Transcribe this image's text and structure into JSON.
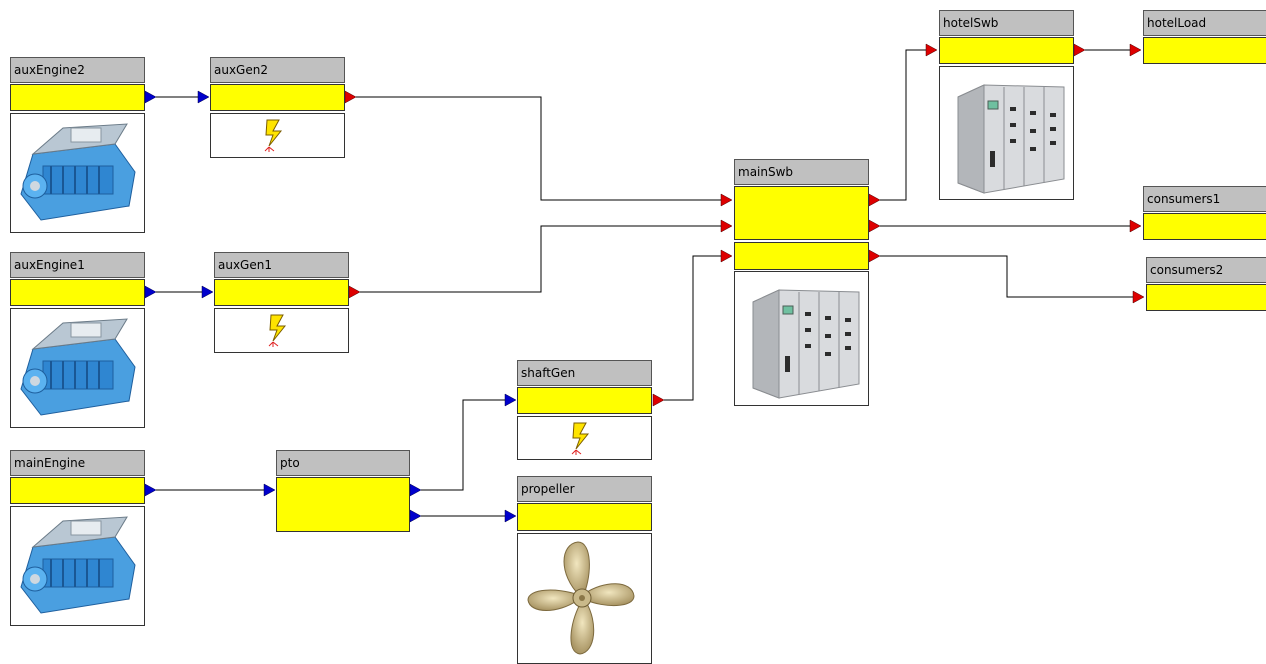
{
  "blocks": {
    "auxEngine2": "auxEngine2",
    "auxGen2": "auxGen2",
    "auxEngine1": "auxEngine1",
    "auxGen1": "auxGen1",
    "mainEngine": "mainEngine",
    "pto": "pto",
    "shaftGen": "shaftGen",
    "propeller": "propeller",
    "mainSwb": "mainSwb",
    "hotelSwb": "hotelSwb",
    "hotelLoad": "hotelLoad",
    "consumers1": "consumers1",
    "consumers2": "consumers2"
  },
  "colors": {
    "block_fill": "#ffff00",
    "title_fill": "#c0c0c0",
    "mechanical_port": "#0000cc",
    "electrical_port": "#dd0000"
  },
  "icons": {
    "engine": "engine-icon",
    "generator": "lightning-icon",
    "switchboard": "switchboard-cabinet-icon",
    "propeller": "propeller-icon"
  }
}
